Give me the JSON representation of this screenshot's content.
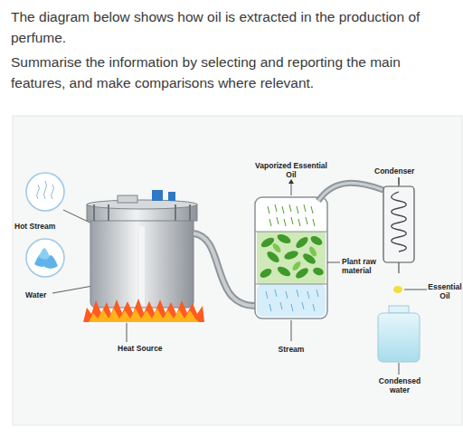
{
  "diagram": {
    "labels": [
      "The diagram below shows how oil is extracted in the production of perfume.",
      "Summarise the information by selecting and reporting the main features, and make comparisons where relevant.",
      "Hot Stream",
      "Water",
      "Heat Source",
      "Vaporized Essential Oil",
      "Stream",
      "Plant raw material",
      "Condenser",
      "Essential Oil",
      "Condensed water"
    ]
  }
}
